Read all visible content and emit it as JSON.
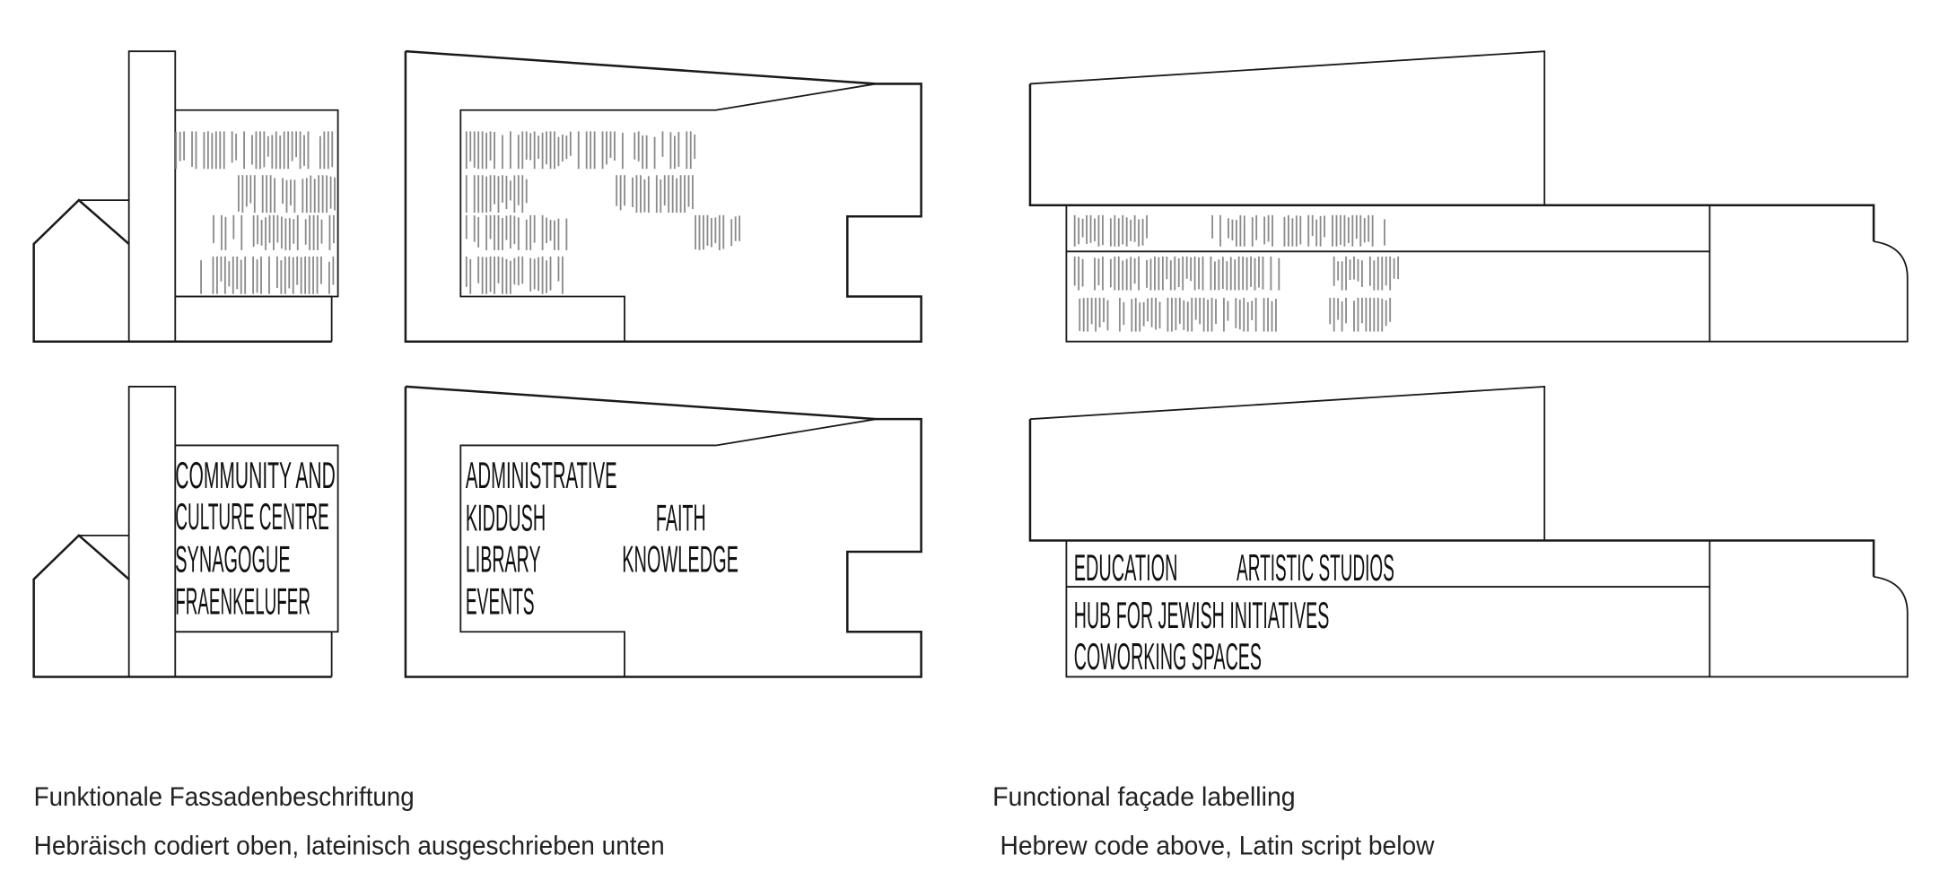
{
  "facade_rows": {
    "hebrew_row_note": "code",
    "latin": {
      "community_centre": [
        "COMMUNITY AND",
        "CULTURE CENTRE",
        "SYNAGOGUE",
        "FRAENKELUFER"
      ],
      "synagogue_block": {
        "left": [
          "ADMINISTRATIVE",
          "KIDDUSH",
          "LIBRARY",
          "EVENTS"
        ],
        "right": [
          "FAITH",
          "KNOWLEDGE"
        ]
      },
      "education_block": {
        "row1": [
          "EDUCATION",
          "ARTISTIC STUDIOS"
        ],
        "row2": [
          "HUB FOR JEWISH INITIATIVES",
          "COWORKING SPACES"
        ]
      }
    }
  },
  "captions": {
    "de_title": "Funktionale Fassadenbeschriftung",
    "de_sub": "Hebräisch codiert oben, lateinisch ausgeschrieben unten",
    "en_title": "Functional façade labelling",
    "en_sub": "Hebrew code above, Latin script below"
  },
  "colors": {
    "line": "#1a1a1a",
    "code": "#8a8a8a"
  }
}
